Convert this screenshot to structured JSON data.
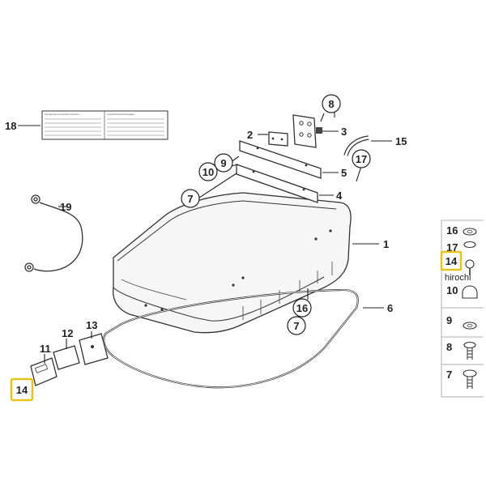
{
  "labels": {
    "n1": "1",
    "n2": "2",
    "n3": "3",
    "n4": "4",
    "n5": "5",
    "n6": "6",
    "n7a": "7",
    "n7b": "7",
    "n7c": "7",
    "n8a": "8",
    "n8b": "8",
    "n9a": "9",
    "n9b": "9",
    "n10a": "10",
    "n10b": "10",
    "n11": "11",
    "n12": "12",
    "n13": "13",
    "n14a": "14",
    "n14b": "14",
    "n15": "15",
    "n16a": "16",
    "n16b": "16",
    "n17a": "17",
    "n17b": "17",
    "n18": "18",
    "n19": "19"
  },
  "label_sheet": {
    "left_heading": "Fertigungsnummer/Kennzeichen",
    "right_heading": "Gewicht/Gewichtsangabe"
  },
  "watermark": "hirochi",
  "colors": {
    "highlight": "#e8c21a",
    "line": "#333333"
  }
}
